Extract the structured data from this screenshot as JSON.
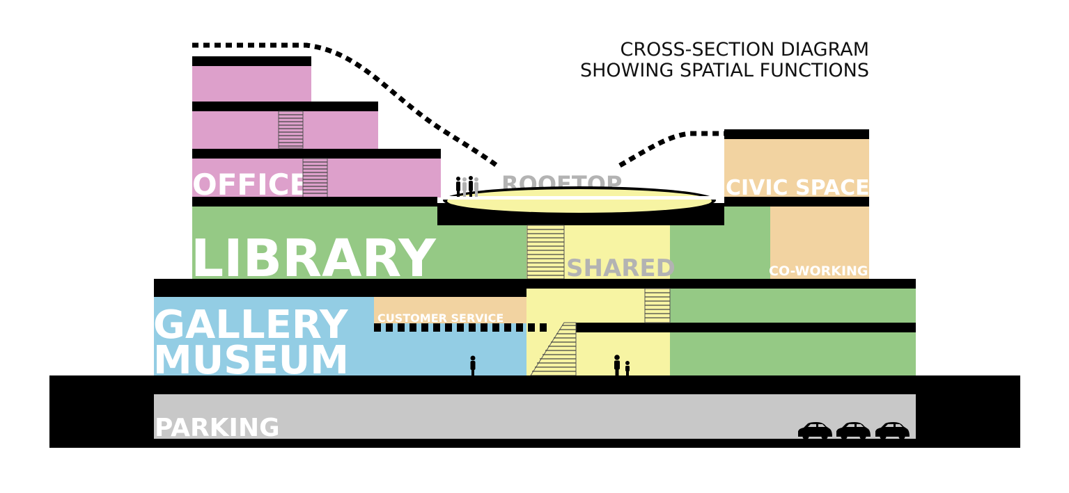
{
  "title": {
    "line1": "CROSS-SECTION DIAGRAM",
    "line2": "SHOWING SPATIAL FUNCTIONS"
  },
  "zones": {
    "office": "OFFICE",
    "rooftop": "ROOFTOP",
    "civic_space": "CIVIC SPACE",
    "library": "LIBRARY",
    "shared": "SHARED",
    "co_working": "CO-WORKING",
    "gallery": "GALLERY",
    "museum": "MUSEUM",
    "customer_service": "CUSTOMER SERVICE",
    "parking": "PARKING"
  },
  "colors": {
    "office": "#dda0cb",
    "library": "#95c985",
    "gallery_museum": "#93cde4",
    "shared": "#f7f4a3",
    "civic_coworking": "#f2d3a1",
    "parking": "#c8c8c8",
    "structure": "#000000",
    "label_white": "#ffffff",
    "label_gray": "#b3b3b3"
  },
  "icons": [
    "people-icon",
    "person-icon",
    "parent-child-icon",
    "car-icon"
  ]
}
